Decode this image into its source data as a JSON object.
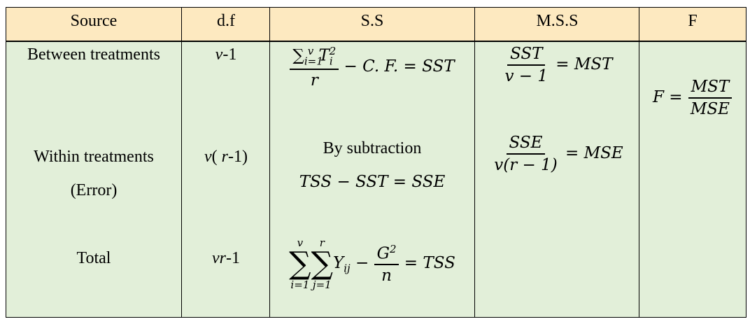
{
  "headers": [
    "Source",
    "d.f",
    "S.S",
    "M.S.S",
    "F"
  ],
  "rows": {
    "between": {
      "source": "Between treatments",
      "df_var": "v",
      "df_rest": "-1"
    },
    "within": {
      "source": "Within treatments",
      "source2": "(Error)",
      "df_pre": "v",
      "df_open": "(",
      "df_var": "r",
      "df_rest": "-1)"
    },
    "total": {
      "source": "Total",
      "df_var": "vr",
      "df_rest": "-1"
    }
  },
  "ss": {
    "between": {
      "sum": "∑",
      "lower": "i=1",
      "upper": "v",
      "term": "T",
      "term_sub": "i",
      "term_sup": "2",
      "den": "r",
      "rest": " − C. F. = SST"
    },
    "within_label": "By subtraction",
    "within_eq": "TSS − SST = SSE",
    "total": {
      "sig": "∑",
      "i_lower": "i=1",
      "i_upper": "v",
      "j_lower": "j=1",
      "j_upper": "r",
      "term": "Y",
      "term_sub": "ij",
      "minus": " − ",
      "g_num": "G",
      "g_sup": "2",
      "g_den": "n",
      "rest": " = TSS"
    }
  },
  "mss": {
    "between": {
      "num": "SST",
      "den": "v − 1",
      "rest": " = MST"
    },
    "within": {
      "num": "SSE",
      "den": "v(r − 1)",
      "rest": " = MSE"
    }
  },
  "f": {
    "lhs": "F = ",
    "num": "MST",
    "den": "MSE"
  }
}
